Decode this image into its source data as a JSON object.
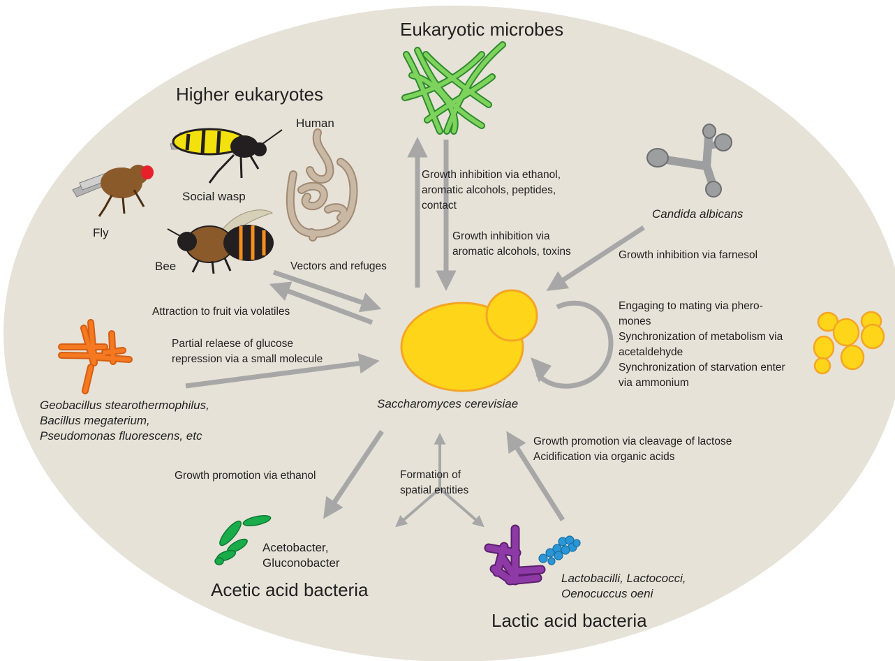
{
  "colors": {
    "background_ellipse": "#e6e2d8",
    "arrow": "#a7a7a7",
    "yeast_fill": "#ffd51a",
    "yeast_stroke": "#f4a524",
    "fungus_green": "#59b947",
    "candida_gray": "#9d9ea0",
    "geobacillus_orange": "#f47920",
    "acetobacter_green": "#1aab4b",
    "lactobacilli_purple": "#7b2a8f",
    "lactococci_blue": "#2b95d6"
  },
  "headings": {
    "eukaryotic_microbes": "Eukaryotic microbes",
    "higher_eukaryotes": "Higher eukaryotes",
    "acetic_acid_bacteria": "Acetic acid bacteria",
    "lactic_acid_bacteria": "Lactic acid bacteria"
  },
  "organisms": {
    "human": "Human",
    "social_wasp": "Social wasp",
    "fly": "Fly",
    "bee": "Bee",
    "candida": "Candida albicans",
    "saccharomyces": "Saccharomyces cerevisiae",
    "bacilli": "Geobacillus stearothermophilus,\nBacillus megaterium,\nPseudomonas fluorescens, etc",
    "acetobacter": "Acetobacter,\nGluconobacter",
    "lactobacilli": "Lactobacilli, Lactococci,\nOenocuccus oeni"
  },
  "interactions": {
    "euk_up": "Growth inhibition via ethanol,\naromatic alcohols, peptides,\ncontact",
    "euk_down": "Growth inhibition via\naromatic alcohols, toxins",
    "candida": "Growth inhibition via farnesol",
    "vectors": "Vectors and refuges",
    "attraction": "Attraction to fruit via volatiles",
    "self": "Engaging to mating via phero-\nmones\nSynchronization of metabolism via\nacetaldehyde\nSynchronization of starvation enter\nvia ammonium",
    "glucose": "Partial relaese of glucose\nrepression via a small molecule",
    "ethanol": "Growth promotion via  ethanol",
    "spatial": "Formation of\nspatial entities",
    "lactose": "Growth promotion via cleavage of lactose\nAcidification via organic acids"
  }
}
